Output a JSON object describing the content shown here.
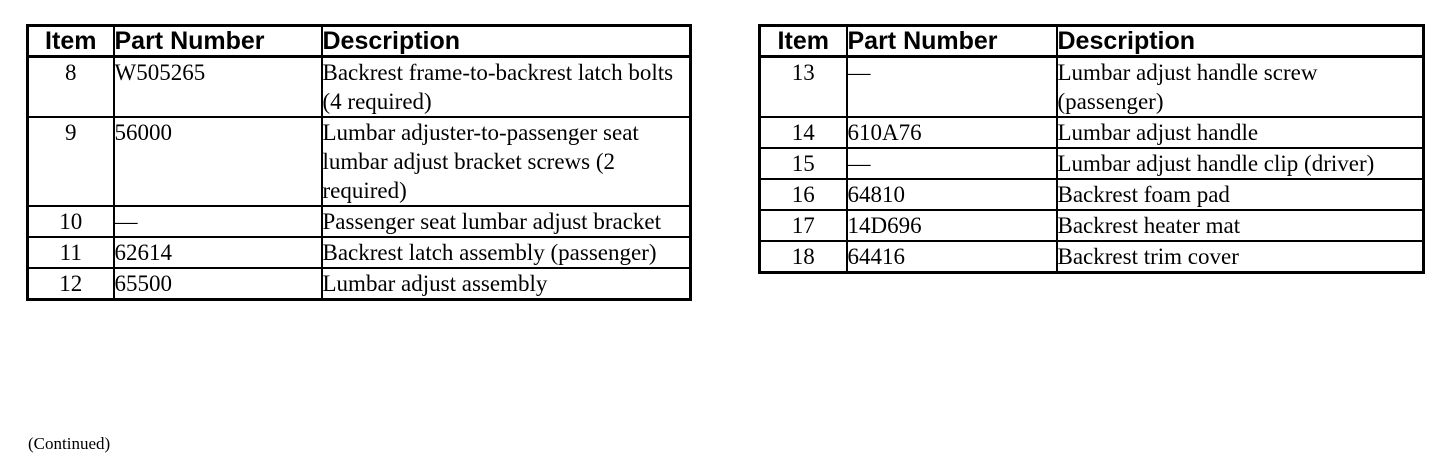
{
  "document": {
    "continued_note": "(Continued)"
  },
  "tables": [
    {
      "id": "left",
      "columns": [
        "Item",
        "Part Number",
        "Description"
      ],
      "rows": [
        {
          "item": "8",
          "part_number": "W505265",
          "description": "Backrest frame-to-backrest latch bolts (4 required)"
        },
        {
          "item": "9",
          "part_number": "56000",
          "description": "Lumbar adjuster-to-passenger seat lumbar adjust bracket screws (2 required)"
        },
        {
          "item": "10",
          "part_number": "—",
          "description": "Passenger seat lumbar adjust bracket"
        },
        {
          "item": "11",
          "part_number": "62614",
          "description": "Backrest latch assembly (passenger)"
        },
        {
          "item": "12",
          "part_number": "65500",
          "description": "Lumbar adjust assembly"
        }
      ]
    },
    {
      "id": "right",
      "columns": [
        "Item",
        "Part Number",
        "Description"
      ],
      "rows": [
        {
          "item": "13",
          "part_number": "—",
          "description": "Lumbar adjust handle screw (passenger)"
        },
        {
          "item": "14",
          "part_number": "610A76",
          "description": "Lumbar adjust handle"
        },
        {
          "item": "15",
          "part_number": "—",
          "description": "Lumbar adjust handle clip (driver)"
        },
        {
          "item": "16",
          "part_number": "64810",
          "description": "Backrest foam pad"
        },
        {
          "item": "17",
          "part_number": "14D696",
          "description": "Backrest heater mat"
        },
        {
          "item": "18",
          "part_number": "64416",
          "description": "Backrest trim cover"
        }
      ]
    }
  ]
}
